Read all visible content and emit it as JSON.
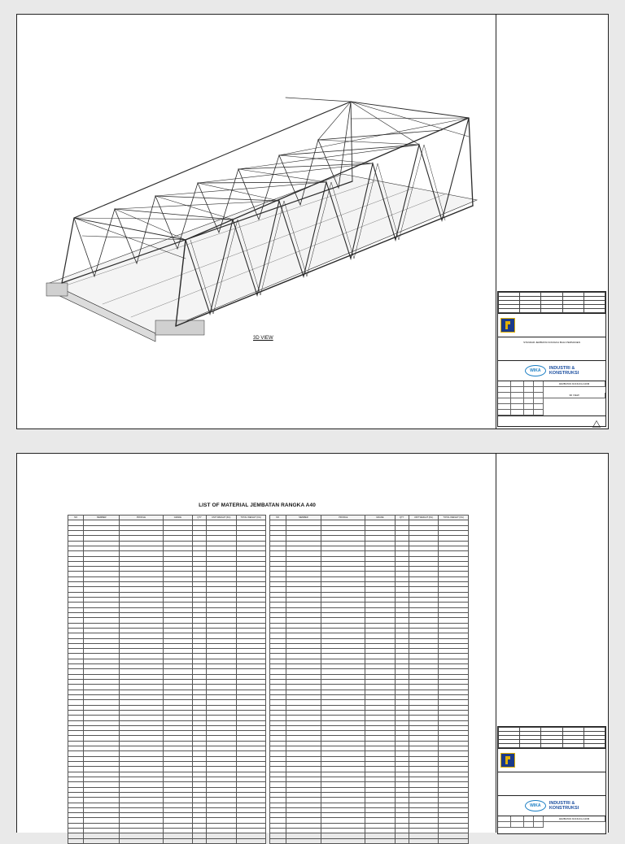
{
  "sheet1": {
    "view_title": "3D VIEW",
    "title_block": {
      "project": "STANDAR JEMBATAN RANGKA BAJA PERMANEN",
      "brand_line1": "INDUSTRI &",
      "brand_line2": "KONSTRUKSI",
      "brand_logo": "WIKA",
      "drawing_title": "JEMBATAN RANGKA A40M",
      "sheet_title": "3D VIEW"
    }
  },
  "sheet2": {
    "bom_title": "LIST OF MATERIAL JEMBATAN RANGKA A40",
    "bom_headers": {
      "no": "NO",
      "member": "MEMBER",
      "profile": "PROFILE",
      "grade": "GRADE",
      "qty": "QTY",
      "unit_weight": "UNIT WEIGHT (KG)",
      "total_weight": "TOTAL WEIGHT (KG)"
    },
    "title_block": {
      "brand_line1": "INDUSTRI &",
      "brand_line2": "KONSTRUKSI",
      "brand_logo": "WIKA",
      "drawing_title": "JEMBATAN RANGKA A40M"
    }
  },
  "icons": {
    "ministry_logo": "ministry-logo-icon",
    "wika_logo": "wika-logo-icon",
    "warning": "warning-triangle-icon"
  },
  "colors": {
    "brand_blue": "#1c4fa0",
    "ministry_blue": "#1a3a8a",
    "ministry_gold": "#e0b000"
  }
}
